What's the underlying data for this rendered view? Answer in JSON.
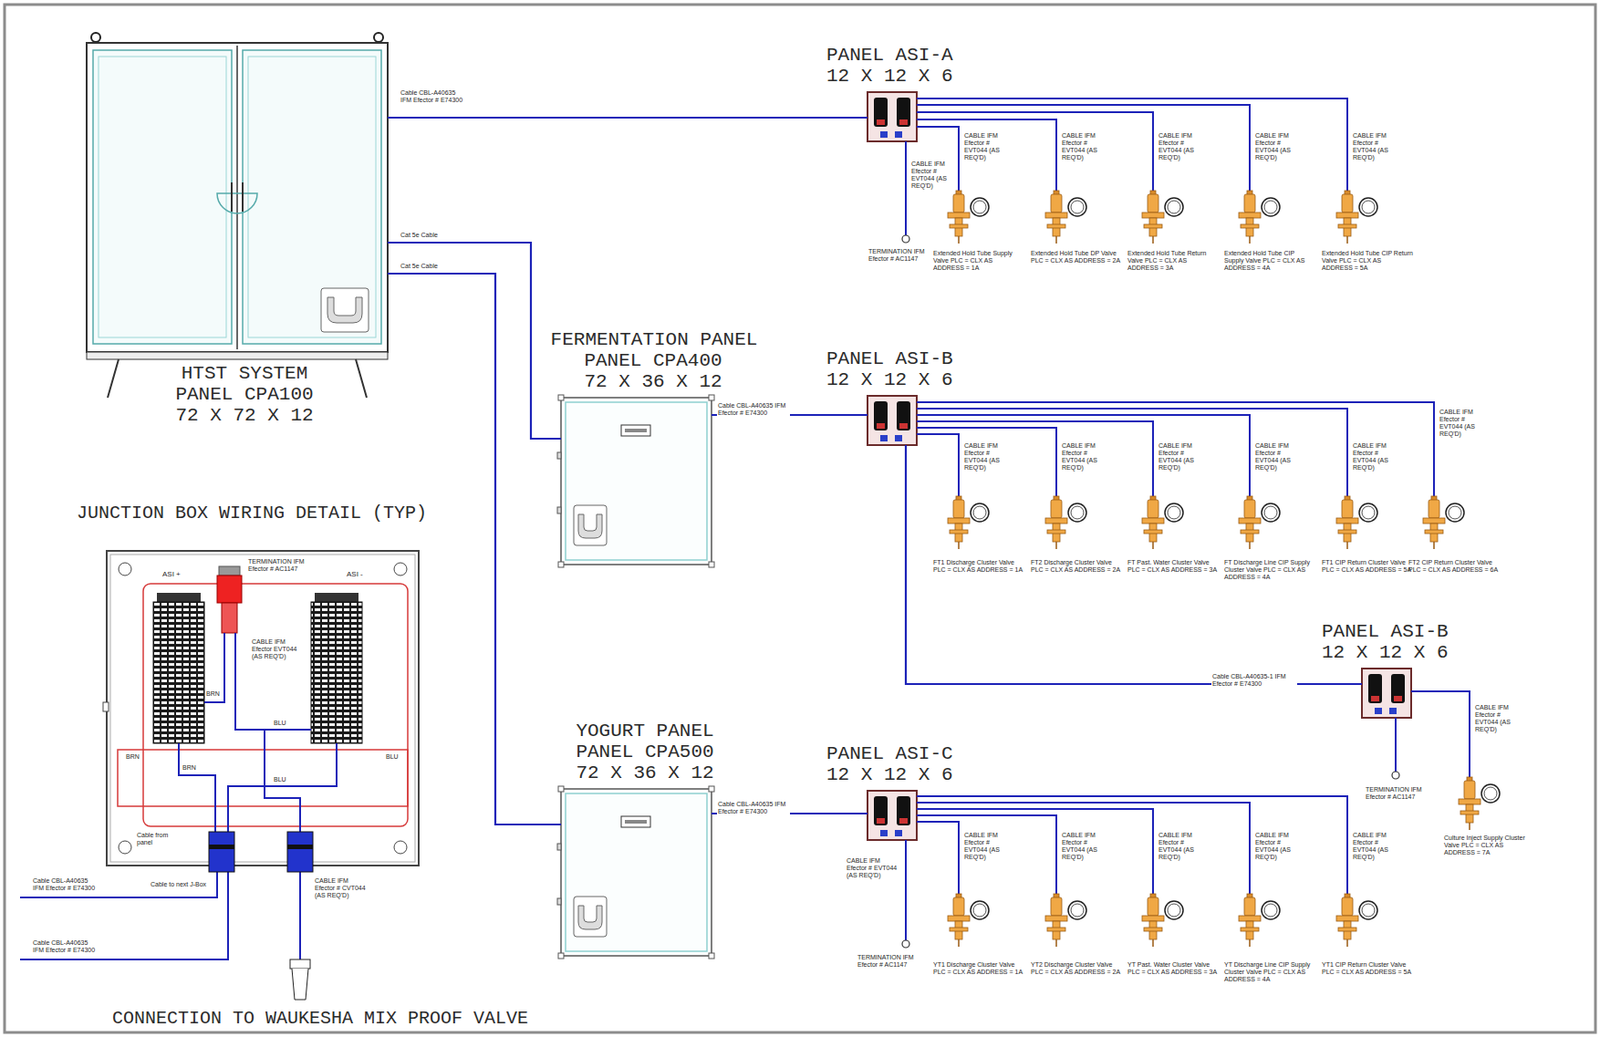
{
  "diagram": {
    "nodes": [
      {
        "text": [
          "HTST SYSTEM PANEL CPA100 72 X 72 X 12"
        ]
      },
      {
        "text": [
          "PANEL ASI-A 12 X 12 X 6"
        ]
      },
      {
        "text": [
          "FERMENTATION PANEL",
          "PANEL CPA400 72 X 36 X 12"
        ]
      },
      {
        "text": [
          "PANEL ASI-B 12 X 12 X 6"
        ]
      },
      {
        "text": [
          "JUNCTION BOX WIRING DETAIL (TYP)"
        ]
      },
      {
        "text": [
          "PANEL ASI-B 12 X 12 X 6"
        ]
      },
      {
        "text": [
          "YOGURT PANEL",
          "PANEL CPA500 72 X 36 X 12"
        ]
      },
      {
        "text": [
          "PANEL ASI-C 12 X 12 X 6"
        ]
      }
    ],
    "edges": [
      {
        "from": 0,
        "to": 1,
        "arrow": "none",
        "label": "Cable CBL-A40635 IFM Efector # E74300"
      },
      {
        "from": 0,
        "to": 2,
        "arrow": "none",
        "label": "Cat 5e Cable"
      },
      {
        "from": 0,
        "to": 6,
        "arrow": "none",
        "label": "Cat 5e Cable"
      },
      {
        "from": 2,
        "to": 3,
        "arrow": "none",
        "label": "Cable CBL-A40635 IFM Efector # E74300"
      },
      {
        "from": 3,
        "to": 5,
        "arrow": "none",
        "label": "Cable CBL-A40635-1 IFM Efector # E74300"
      },
      {
        "from": 6,
        "to": 7,
        "arrow": "none",
        "label": "Cable CBL-A40635 IFM Efector # E74300"
      }
    ],
    "labels": [
      "CABLE IFM Efector # EVT044 (AS REQ'D)",
      "TERMINATION IFM Efector # AC1147",
      "CABLE IFM Efector # EVT044 (AS REQ'D)",
      "Extended Hold Tube Supply Valve PLC = CLX AS ADDRESS = 1A",
      "CABLE IFM Efector # EVT044 (AS REQ'D)",
      "Extended Hold Tube DP Valve PLC = CLX AS ADDRESS = 2A",
      "CABLE IFM Efector # EVT044 (AS REQ'D)",
      "Extended Hold Tube Return Valve PLC = CLX AS ADDRESS = 3A",
      "CABLE IFM Efector # EVT044 (AS REQ'D)",
      "Extended Hold Tube CIP Supply Valve PLC = CLX AS ADDRESS = 4A",
      "CABLE IFM Efector # EVT044 (AS REQ'D)",
      "Extended Hold Tube CIP Return Valve PLC = CLX AS ADDRESS = 5A",
      "CABLE IFM Efector # EVT044 (AS REQ'D)",
      "FT1 Discharge Cluster Valve PLC = CLX AS ADDRESS = 1A",
      "CABLE IFM Efector # EVT044 (AS REQ'D)",
      "FT2 Discharge Cluster Valve PLC = CLX AS ADDRESS = 2A",
      "CABLE IFM Efector # EVT044 (AS REQ'D)",
      "FT Past. Water Cluster Valve PLC = CLX AS ADDRESS = 3A",
      "CABLE IFM Efector # EVT044 (AS REQ'D)",
      "FT Discharge Line CIP Supply Cluster Valve PLC = CLX AS ADDRESS = 4A",
      "CABLE IFM Efector # EVT044 (AS REQ'D)",
      "FT1 CIP Return Cluster Valve PLC = CLX AS ADDRESS = 5A",
      "CABLE IFM Efector # EVT044 (AS REQ'D)",
      "FT2 CIP Return Cluster Valve PLC = CLX AS ADDRESS = 6A",
      "CABLE IFM Efector # EVT044 (AS REQ'D)",
      "TERMINATION IFM Efector # AC1147",
      "Culture Inject Supply Cluster Valve PLC = CLX AS ADDRESS = 7A",
      "CABLE IFM Efector # EVT044 (AS REQ'D)",
      "TERMINATION IFM Efector # AC1147",
      "CABLE IFM Efector # EVT044 (AS REQ'D)",
      "YT1 Discharge Cluster Valve PLC = CLX AS ADDRESS = 1A",
      "CABLE IFM Efector # EVT044 (AS REQ'D)",
      "YT2 Discharge Cluster Valve PLC = CLX AS ADDRESS = 2A",
      "CABLE IFM Efector # EVT044 (AS REQ'D)",
      "YT Past. Water Cluster Valve PLC = CLX AS ADDRESS = 3A",
      "CABLE IFM Efector # EVT044 (AS REQ'D)",
      "YT Discharge Line CIP Supply Cluster Valve PLC = CLX AS ADDRESS = 4A",
      "CABLE IFM Efector # EVT044 (AS REQ'D)",
      "YT1 CIP Return Cluster Valve PLC = CLX AS ADDRESS = 5A",
      "ASI +",
      "ASI -",
      "TERMINATION IFM Efector # AC1147",
      "CABLE IFM Efector EVT044 (AS REQ'D)",
      "BRN",
      "BLU",
      "BRN",
      "BLU",
      "BRN",
      "BLU",
      "Cable from panel",
      "Cable to next J-Box",
      "Cable CBL-A40635 IFM Efector # E74300",
      "Cable CBL-A40635 IFM Efector # E74300",
      "CABLE IFM Efector # CVT044 (AS REQ'D)",
      "CONNECTION TO WAUKESHA MIX PROOF VALVE"
    ]
  }
}
